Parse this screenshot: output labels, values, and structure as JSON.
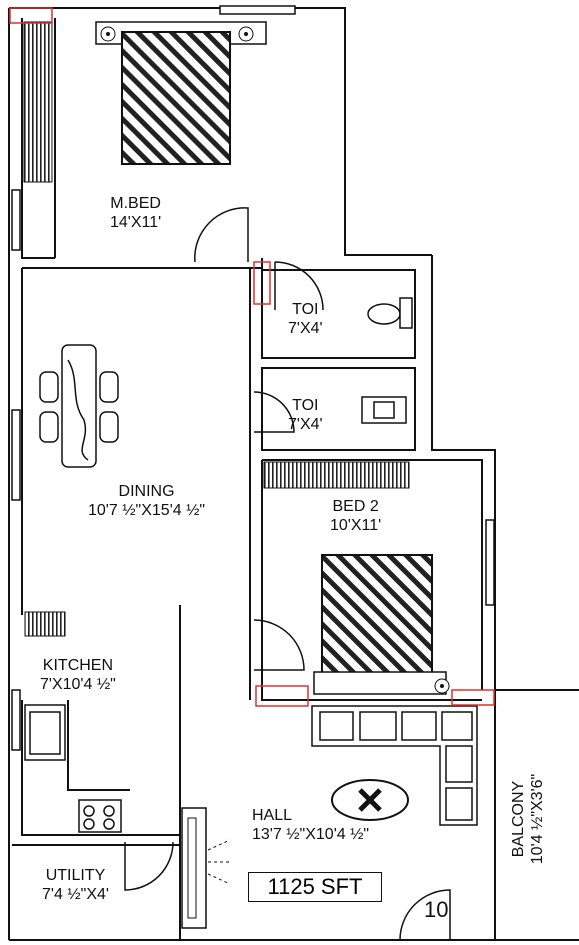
{
  "rooms": {
    "master_bed": {
      "name": "M.BED",
      "size": "14'X11'"
    },
    "toilet_1": {
      "name": "TOI",
      "size": "7'X4'"
    },
    "toilet_2": {
      "name": "TOI",
      "size": "7'X4'"
    },
    "dining": {
      "name": "DINING",
      "size": "10'7 ½\"X15'4 ½\""
    },
    "bed_2": {
      "name": "BED 2",
      "size": "10'X11'"
    },
    "kitchen": {
      "name": "KITCHEN",
      "size": "7'X10'4 ½\""
    },
    "hall": {
      "name": "HALL",
      "size": "13'7 ½\"X10'4 ½\""
    },
    "utility": {
      "name": "UTILITY",
      "size": "7'4 ½\"X4'"
    },
    "balcony": {
      "name": "BALCONY",
      "size": "10'4 ½\"X3'6\""
    }
  },
  "area_label": "1125 SFT",
  "unit_number": "10",
  "colors": {
    "wall": "#111111",
    "highlight": "#e03030",
    "background": "#ffffff"
  }
}
